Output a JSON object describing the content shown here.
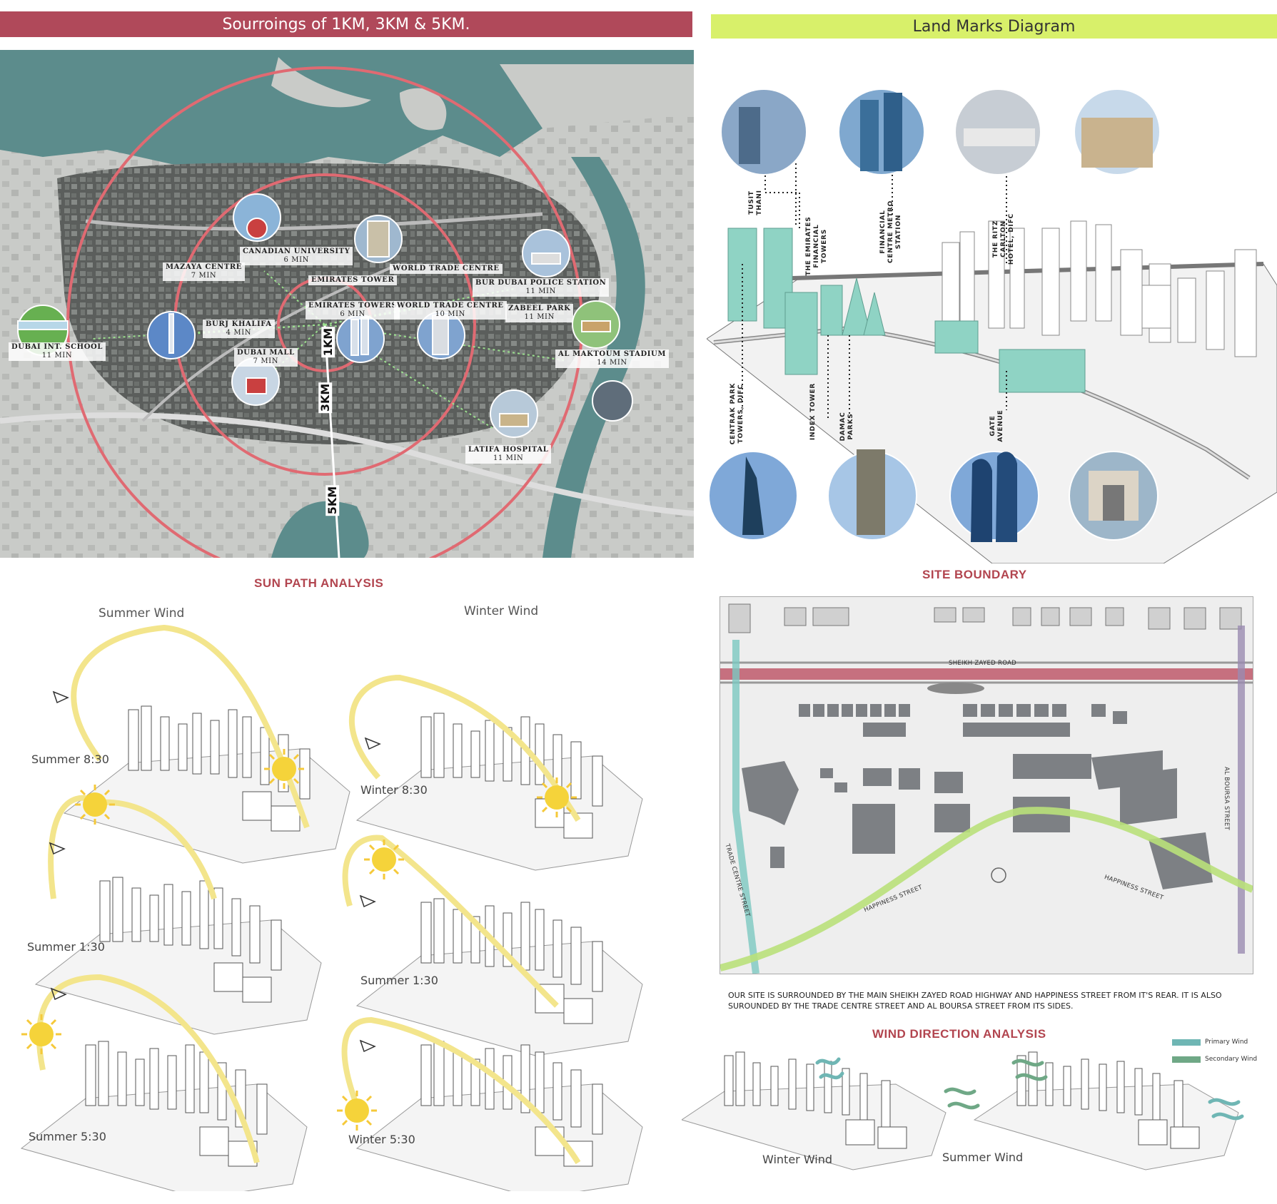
{
  "header_left": {
    "title": "Sourroings of 1KM, 3KM & 5KM.",
    "color": "#b0495a"
  },
  "header_right": {
    "title": "Land Marks Diagram",
    "color": "#d8f06a"
  },
  "map": {
    "rings": [
      "1KM",
      "3KM",
      "5KM"
    ],
    "places": [
      {
        "name": "CANADIAN UNIVERSITY",
        "time": "6 MIN"
      },
      {
        "name": "MAZAYA CENTRE",
        "time": "7 MIN"
      },
      {
        "name": "WORLD TRADE CENTRE",
        "time": ""
      },
      {
        "name": "EMIRATES TOWER",
        "time": ""
      },
      {
        "name": "BUR DUBAI POLICE STATION",
        "time": "11 MIN"
      },
      {
        "name": "EMIRATES TOWERS",
        "time": "6 MIN"
      },
      {
        "name": "WORLD TRADE CENTRE",
        "time": "10 MIN"
      },
      {
        "name": "ZABEEL PARK",
        "time": "11 MIN"
      },
      {
        "name": "BURJ KHALIFA",
        "time": "4 MIN"
      },
      {
        "name": "DUBAI MALL",
        "time": "7 MIN"
      },
      {
        "name": "DUBAI INT. SCHOOL",
        "time": "11 MIN"
      },
      {
        "name": "AL MAKTOUM STADIUM",
        "time": "14 MIN"
      },
      {
        "name": "LATIFA HOSPITAL",
        "time": "11 MIN"
      }
    ]
  },
  "landmarks": {
    "top": [
      "TUSIT THANI",
      "THE EMIRATES FINANCIAL TOWERS",
      "FINANCIAL CENTRE METRO STATION",
      "THE RITZ CARLTON HOTEL, DIFC"
    ],
    "bottom": [
      "CENTRAK PARK TOWERS, DIFC",
      "INDEX TOWER",
      "DAMAC PARKS",
      "GATE AVENUE"
    ]
  },
  "sun_path": {
    "title": "SUN PATH ANALYSIS",
    "column_titles": [
      "Summer Wind",
      "Winter Wind"
    ],
    "labels": [
      "Summer 8:30",
      "Winter  8:30",
      "Summer 1:30",
      "Summer 1:30",
      "Summer 5:30",
      "Winter 5:30"
    ]
  },
  "site_boundary": {
    "title": "SITE BOUNDARY",
    "streets": [
      "SHEIKH ZAYED ROAD",
      "AL BOURSA STREET",
      "TRADE CENTRE STREET",
      "HAPPINESS STREET",
      "HAPPINESS STREET"
    ],
    "caption": "OUR SITE IS SURROUNDED BY THE MAIN SHEIKH ZAYED ROAD HIGHWAY AND HAPPINESS STREET FROM IT'S REAR. IT IS ALSO SUROUNDED BY THE TRADE CENTRE STREET AND AL BOURSA STREET FROM ITS SIDES."
  },
  "wind": {
    "title": "WIND DIRECTION ANALYSIS",
    "legend": [
      {
        "label": "Primary Wind",
        "color": "#6fb6b4"
      },
      {
        "label": "Secondary Wind",
        "color": "#6fa886"
      }
    ],
    "labels": [
      "Winter Wind",
      "Summer Wind"
    ]
  },
  "colors": {
    "accent_red": "#b2454f",
    "ring": "#e06a72",
    "teal": "#8fd3c4",
    "sun": "#f5d33a",
    "sun_path": "#f3e58c"
  }
}
